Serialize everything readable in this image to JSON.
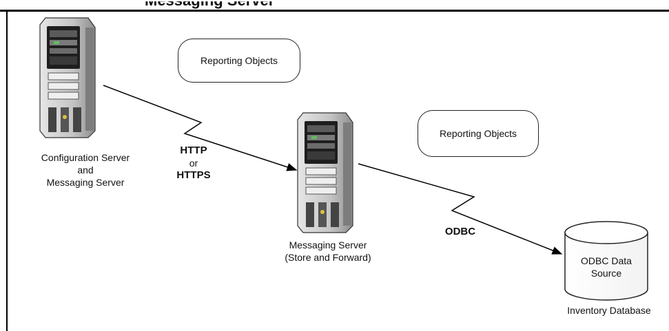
{
  "heading": "Messaging Server",
  "nodes": {
    "config_server": {
      "label_line1": "Configuration Server",
      "label_line2": "and",
      "label_line3": "Messaging Server"
    },
    "messaging_server": {
      "label_line1": "Messaging Server",
      "label_line2": "(Store and Forward)"
    },
    "database": {
      "inner_line1": "ODBC Data",
      "inner_line2": "Source",
      "caption": "Inventory Database"
    }
  },
  "bubbles": {
    "first": "Reporting Objects",
    "second": "Reporting Objects"
  },
  "links": {
    "http": {
      "line1": "HTTP",
      "line2": "or",
      "line3": "HTTPS"
    },
    "odbc": "ODBC"
  },
  "colors": {
    "line": "#000000",
    "server_body": "#c9c9c9",
    "server_dark": "#555555"
  }
}
